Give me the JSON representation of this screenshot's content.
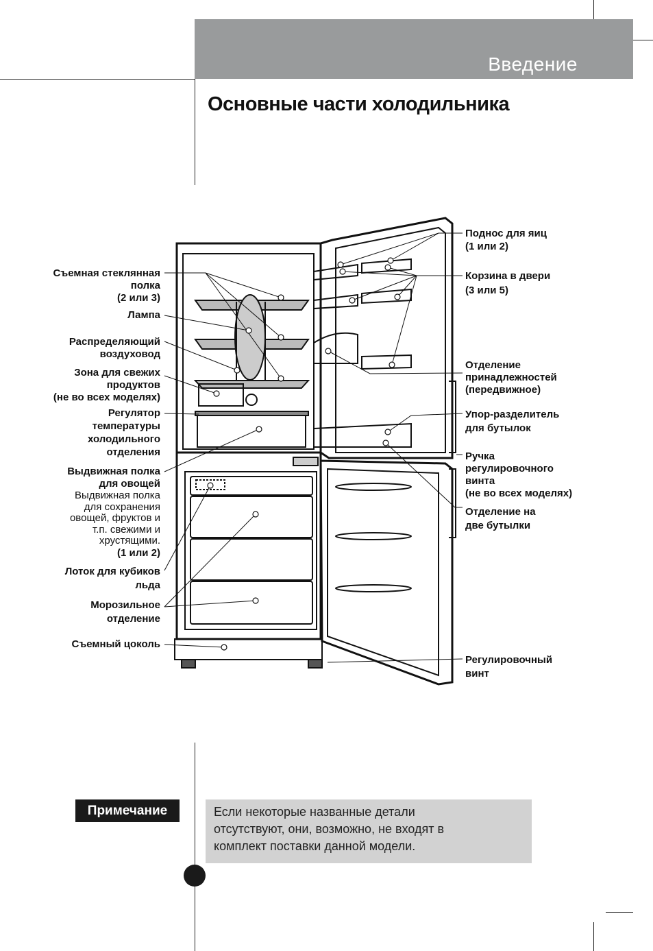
{
  "header": {
    "section": "Введение"
  },
  "page_title": "Основные части холодильника",
  "labels_left": [
    {
      "text": "Съемная стеклянная\nполка\n(2 или 3)"
    },
    {
      "text": "Лампа"
    },
    {
      "text": "Распределяющий\nвоздуховод"
    },
    {
      "text": "Зона для свежих\nпродуктов\n(не во всех моделях)"
    },
    {
      "text": "Регулятор\nтемпературы\nхолодильного\nотделения"
    },
    {
      "text": "Выдвижная полка\nдля овощей",
      "sub": "Выдвижная полка\nдля сохранения\nовощей, фруктов и\nт.п. свежими и\nхрустящими.",
      "tail": "(1 или 2)"
    },
    {
      "text": "Лоток для кубиков\nльда"
    },
    {
      "text": "Морозильное\nотделение"
    },
    {
      "text": "Съемный цоколь"
    }
  ],
  "labels_right": [
    {
      "text": "Поднос для яиц\n(1 или 2)"
    },
    {
      "text": "Корзина в двери\n(3 или 5)"
    },
    {
      "text": "Отделение\nпринадлежностей\n(передвижное)"
    },
    {
      "text": "Упор-разделитель\nдля бутылок"
    },
    {
      "text": "Ручка\nрегулировочного\nвинта\n(не во всех моделях)"
    },
    {
      "text": "Отделение на\nдве бутылки"
    },
    {
      "text": "Регулировочный\nвинт"
    }
  ],
  "note": {
    "tag": "Примечание",
    "text": "Если некоторые названные детали\nотсутствуют, они, возможно, не входят в\nкомплект поставки данной модели."
  }
}
